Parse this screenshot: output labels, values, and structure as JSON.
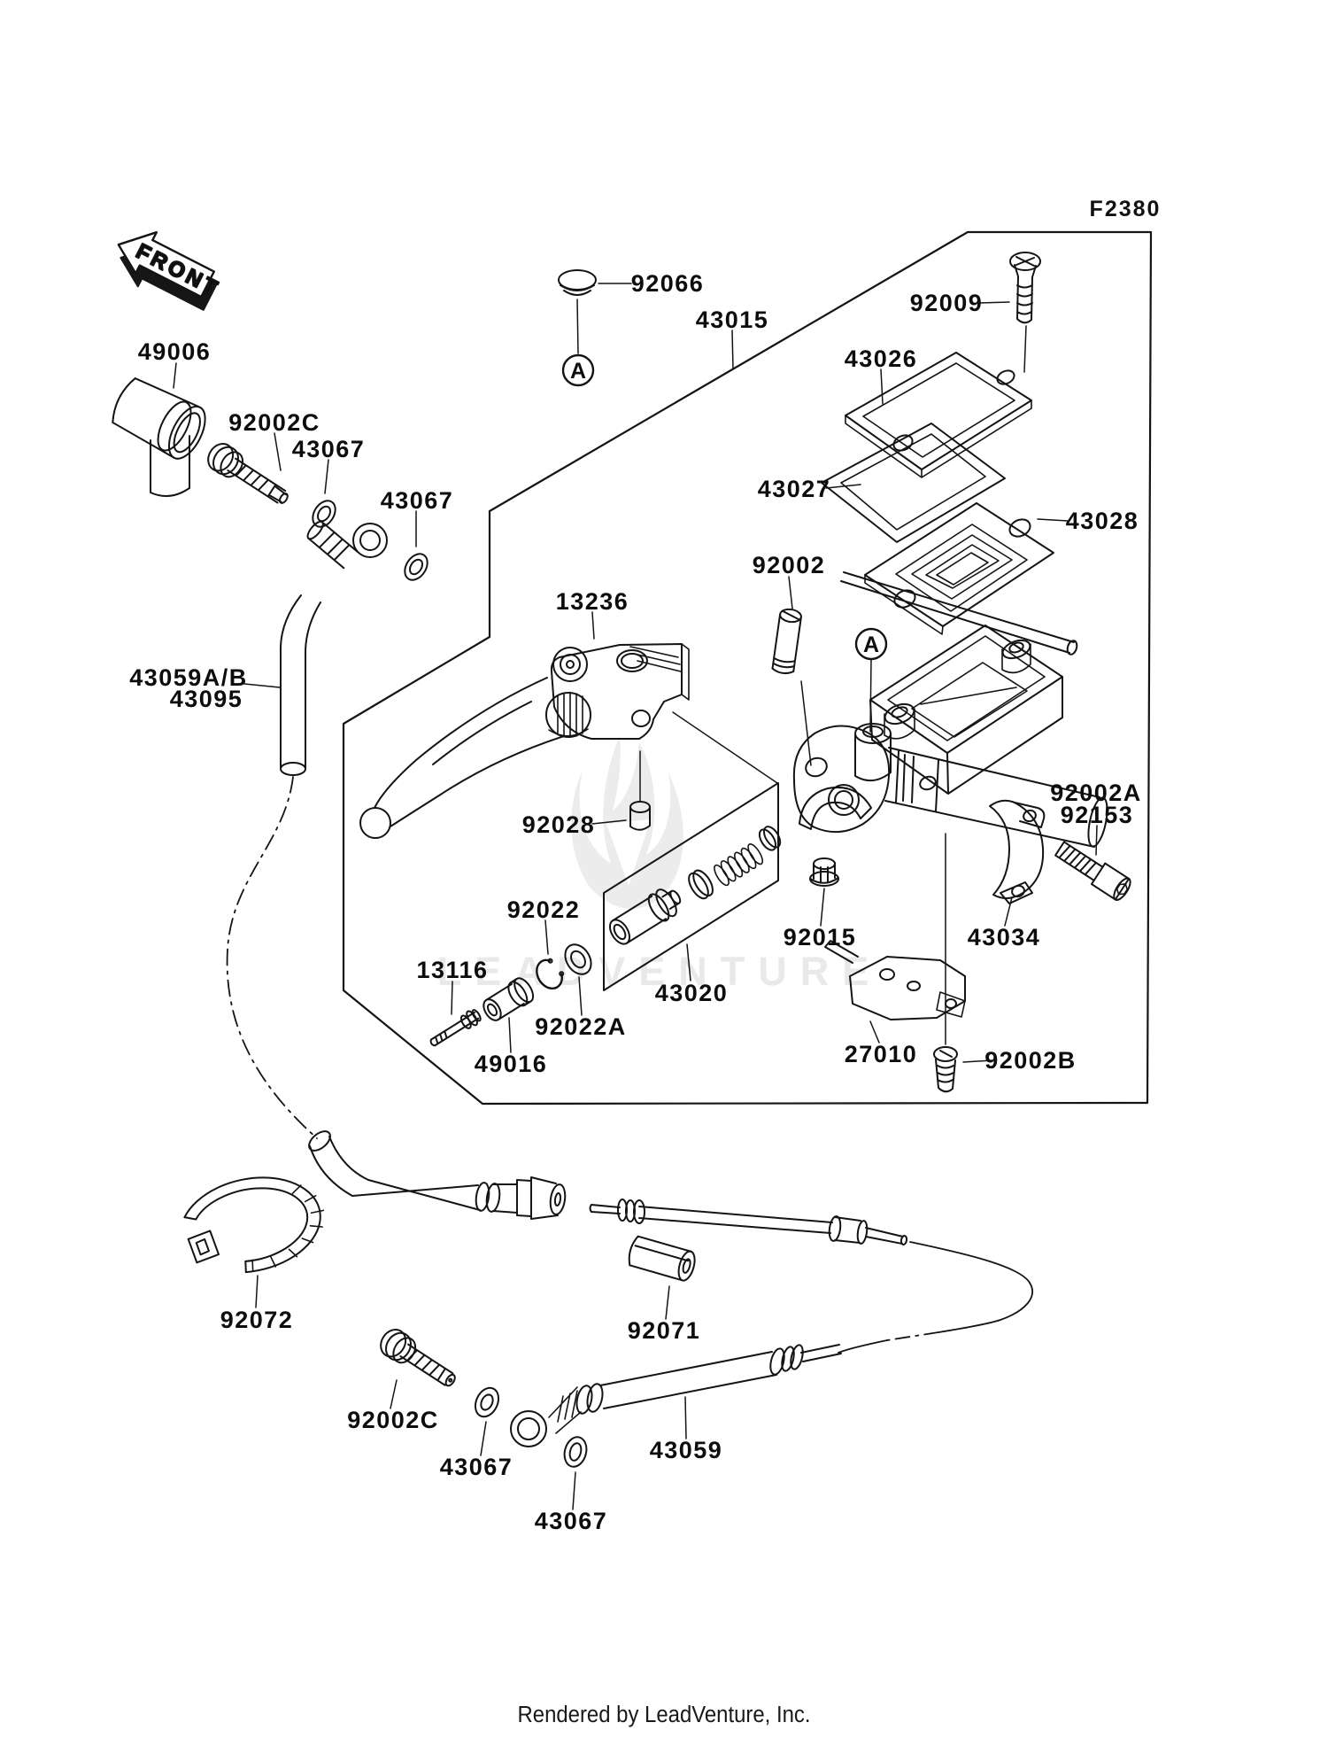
{
  "page": {
    "background": "#ffffff",
    "line_color": "#141414",
    "watermark_color": "#ececec"
  },
  "header": {
    "diagram_code": "F2380"
  },
  "front_marker": {
    "label": "FRONT"
  },
  "watermark": {
    "text": "LEADVENTURE"
  },
  "footer": {
    "text": "Rendered by LeadVenture, Inc."
  },
  "markers": [
    {
      "label": "A"
    },
    {
      "label": "A"
    }
  ],
  "labels": [
    {
      "text": "92066"
    },
    {
      "text": "43015"
    },
    {
      "text": "92009"
    },
    {
      "text": "43026"
    },
    {
      "text": "43027"
    },
    {
      "text": "43028"
    },
    {
      "text": "92002"
    },
    {
      "text": "13236"
    },
    {
      "text": "49006"
    },
    {
      "text": "92002C"
    },
    {
      "text": "43067"
    },
    {
      "text": "43067"
    },
    {
      "text": "43059A/B"
    },
    {
      "text": "43095"
    },
    {
      "text": "92028"
    },
    {
      "text": "92002A"
    },
    {
      "text": "92153"
    },
    {
      "text": "92022"
    },
    {
      "text": "13116"
    },
    {
      "text": "43020"
    },
    {
      "text": "92022A"
    },
    {
      "text": "49016"
    },
    {
      "text": "92015"
    },
    {
      "text": "43034"
    },
    {
      "text": "27010"
    },
    {
      "text": "92002B"
    },
    {
      "text": "92072"
    },
    {
      "text": "92071"
    },
    {
      "text": "92002C"
    },
    {
      "text": "43067"
    },
    {
      "text": "43059"
    },
    {
      "text": "43067"
    }
  ]
}
